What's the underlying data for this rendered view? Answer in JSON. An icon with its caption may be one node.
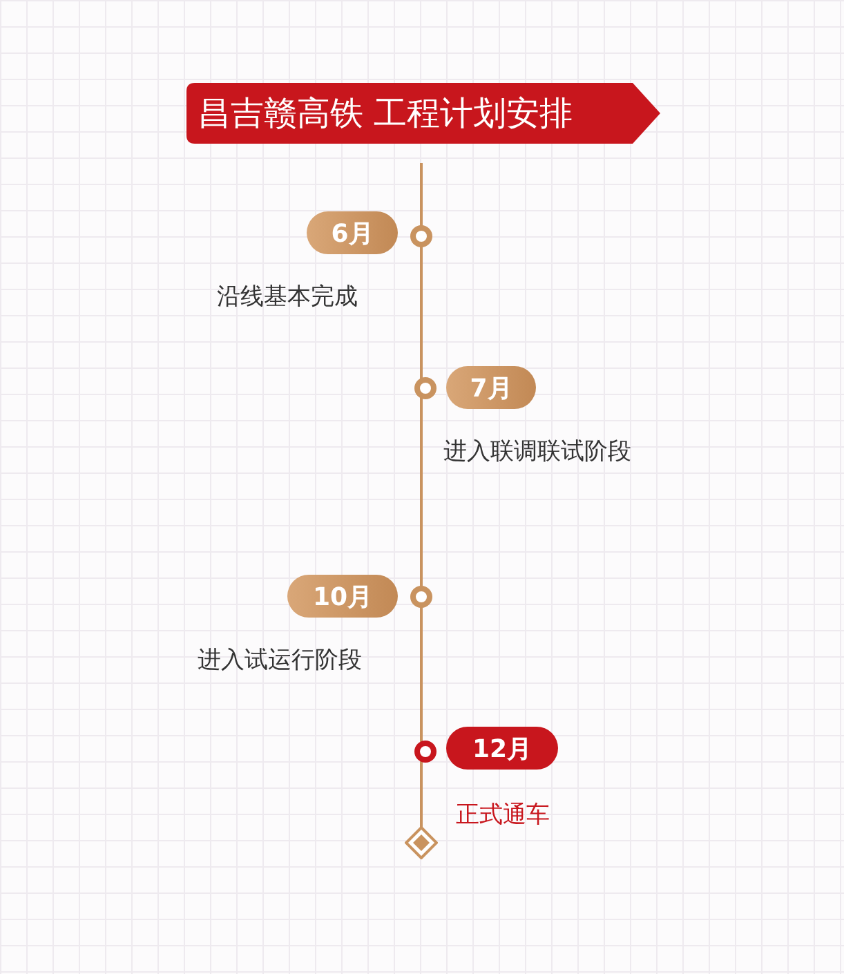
{
  "diagram": {
    "title": "昌吉赣高铁 工程计划安排",
    "nodes": [
      {
        "text": [
          "6月"
        ],
        "beside": [
          "沿线基本完成"
        ]
      },
      {
        "text": [
          "7月"
        ],
        "beside": [
          "进入联调联试阶段"
        ]
      },
      {
        "text": [
          "10月"
        ],
        "beside": [
          "进入试运行阶段"
        ]
      },
      {
        "text": [
          "12月"
        ],
        "beside": [
          "正式通车"
        ]
      },
      {
        "text": [],
        "shape": "diamond"
      }
    ],
    "edges": []
  }
}
